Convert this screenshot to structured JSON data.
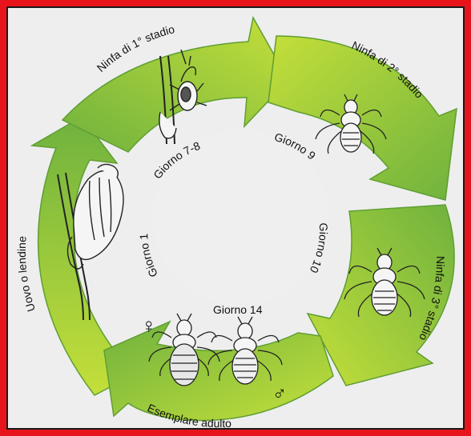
{
  "colors": {
    "frame": "#e8141b",
    "background": "#eeeeee",
    "arrow_light": "#c4df3a",
    "arrow_dark": "#6fb23e"
  },
  "stages": [
    {
      "name": "Uovo o lendine",
      "day": "Giorno 1"
    },
    {
      "name": "Ninfa di 1° stadio",
      "day": "Giorno 7-8"
    },
    {
      "name": "Ninfa di 2° stadio",
      "day": "Giorno 9"
    },
    {
      "name": "Ninfa di 3° stadio",
      "day": "Giorno 10"
    },
    {
      "name": "Esemplare adulto",
      "day": "Giorno 14"
    }
  ],
  "symbols": {
    "female": "♀",
    "male": "♂"
  },
  "illustrations": [
    "egg-on-hair",
    "first-stage-nymph",
    "second-stage-nymph",
    "third-stage-nymph",
    "adult-female-louse",
    "adult-male-louse"
  ]
}
